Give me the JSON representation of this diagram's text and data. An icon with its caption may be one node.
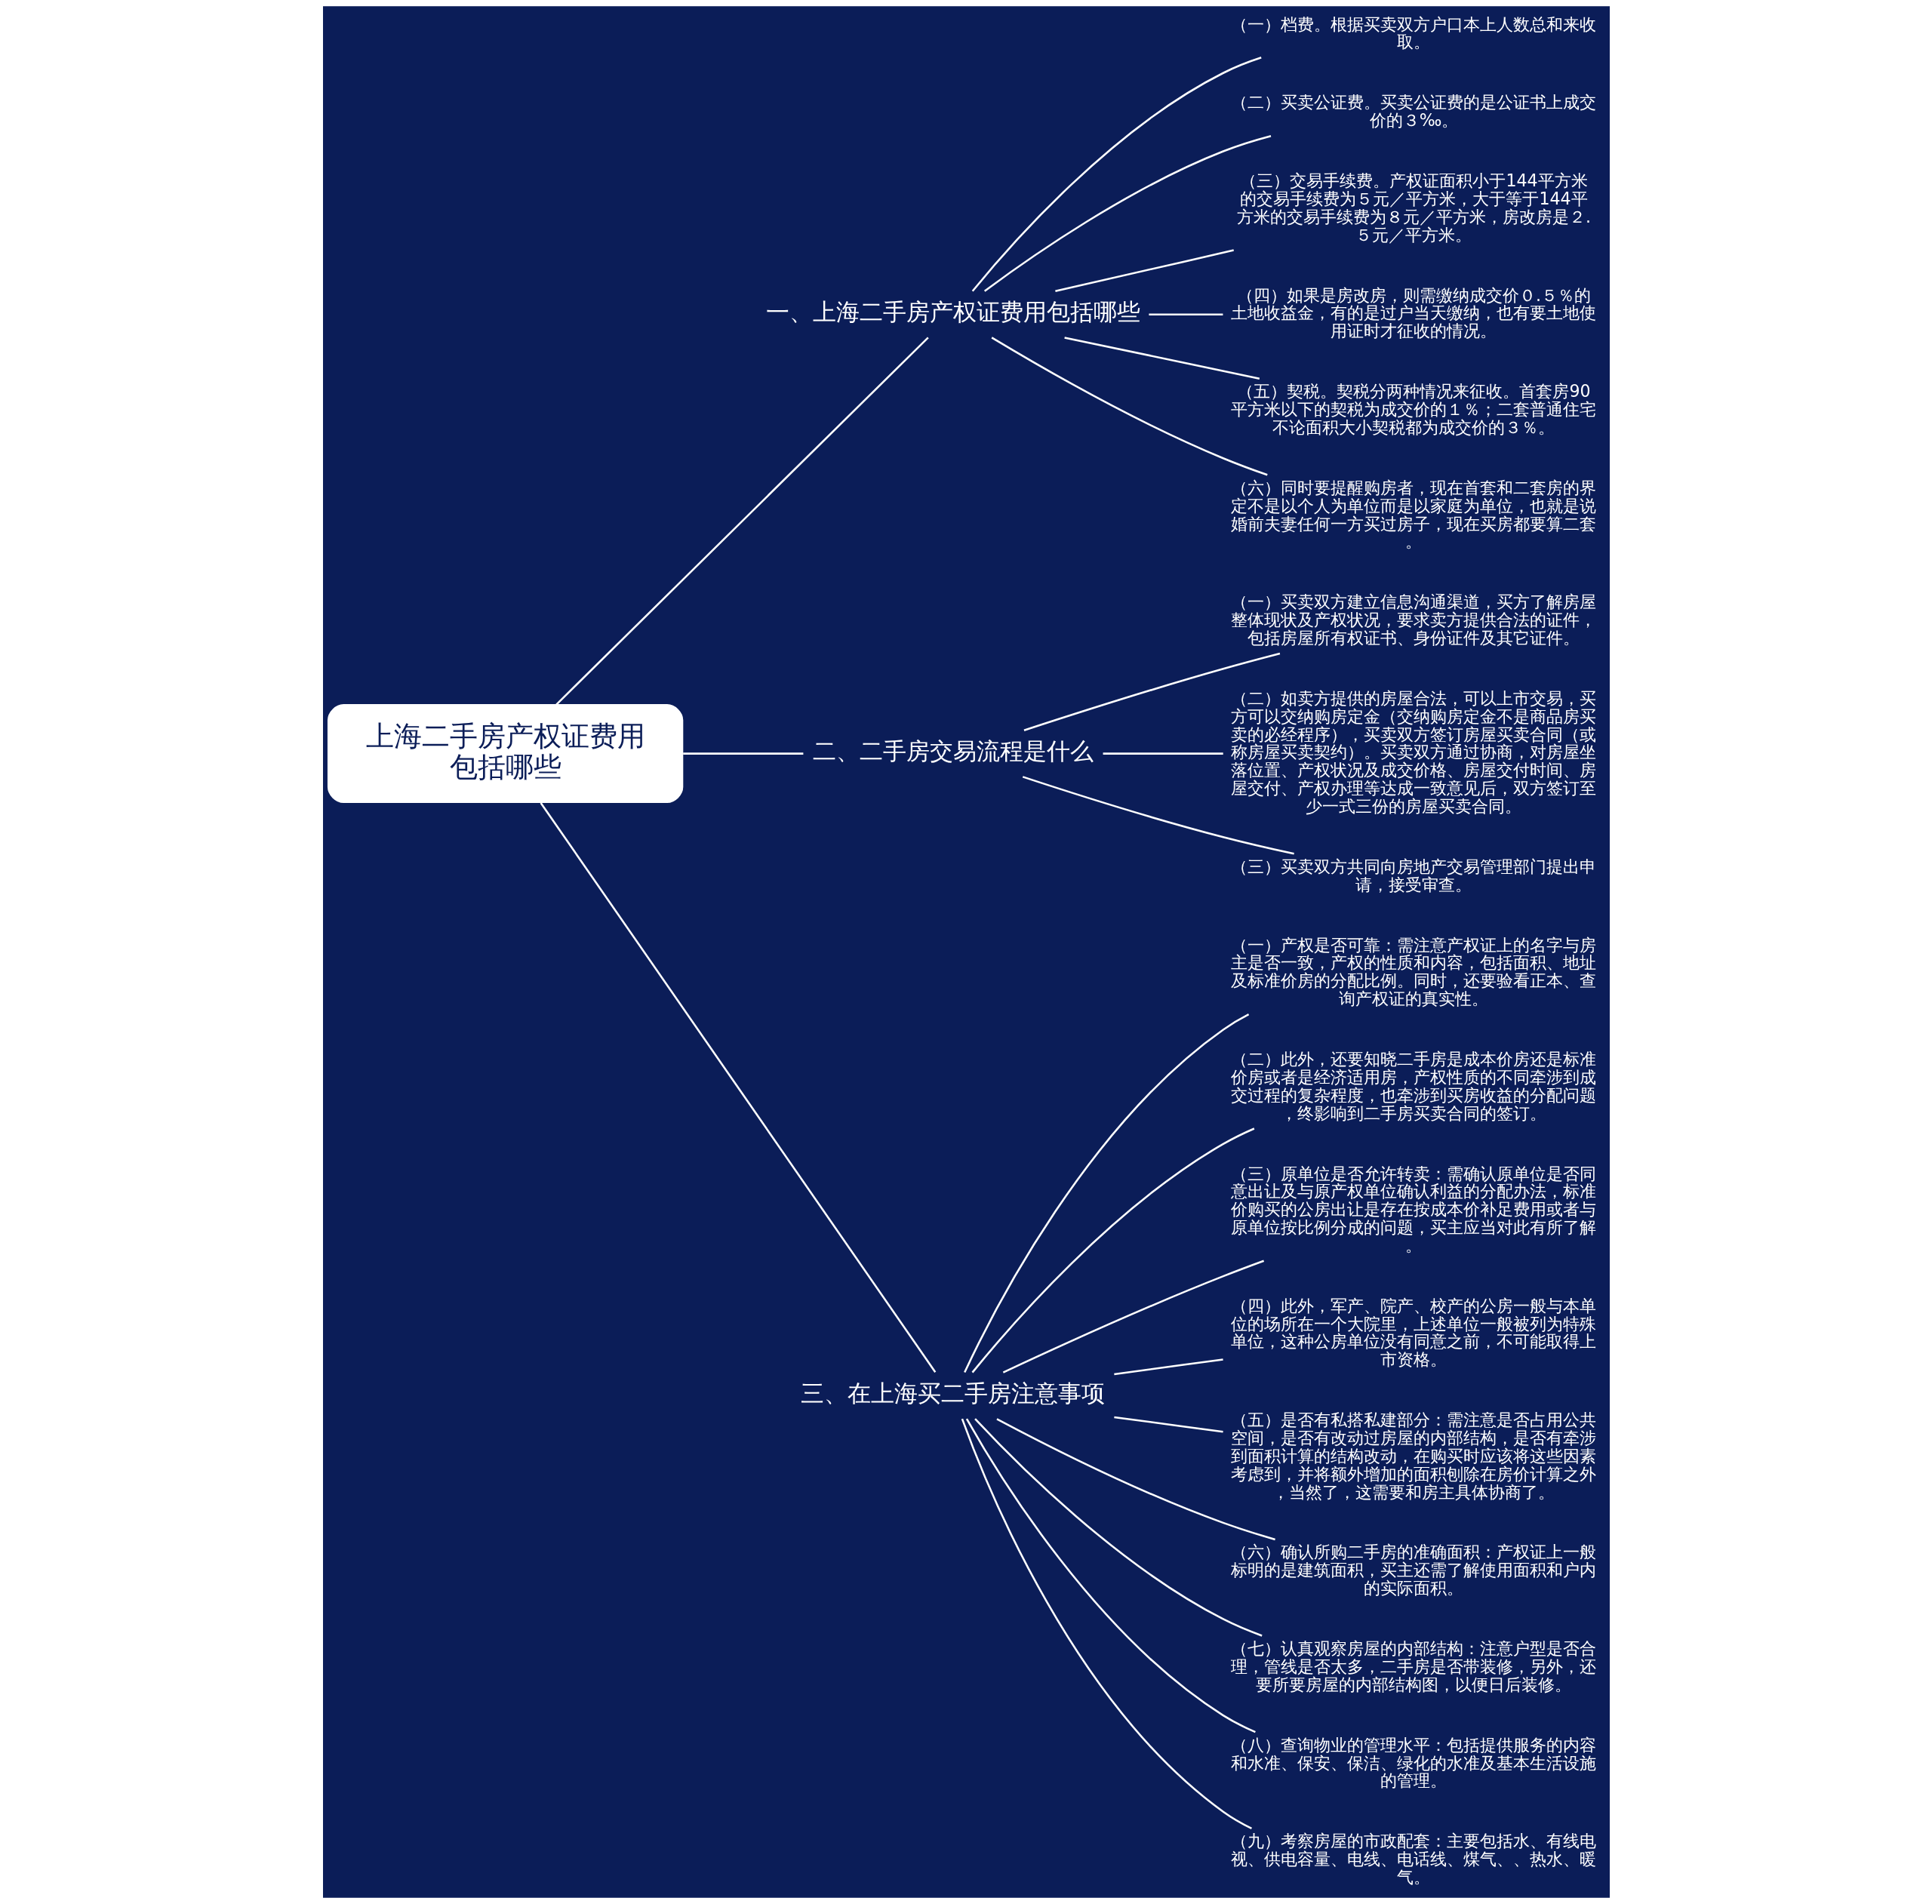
{
  "diagram": {
    "nodes": [
      {
        "text": [
          "上海二手房产权证费用包括哪些"
        ]
      },
      {
        "text": [
          "一、上海二手房产权证费用包括哪些"
        ]
      },
      {
        "text": [
          "（一）档费。根据买卖双方户口本上人数总和来收取。"
        ]
      },
      {
        "text": [
          "（二）买卖公证费。买卖公证费的是公证书上成交价的３‰。"
        ]
      },
      {
        "text": [
          "（三）交易手续费。产权证面积小于144平方米的交易手续费为５元／平方米，大于等于144平方米的交易手续费为８元／平方米，房改房是２.５元／平方米。"
        ]
      },
      {
        "text": [
          "（四）如果是房改房，则需缴纳成交价０.５％的土地收益金，有的是过户当天缴纳，也有要土地使用证时才征收的情况。"
        ]
      },
      {
        "text": [
          "（五）契税。契税分两种情况来征收。首套房90平方米以下的契税为成交价的１％；二套普通住宅不论面积大小契税都为成交价的３％。"
        ]
      },
      {
        "text": [
          "（六）同时要提醒购房者，现在首套和二套房的界定不是以个人为单位而是以家庭为单位，也就是说婚前夫妻任何一方买过房子，现在买房都要算二套。"
        ]
      },
      {
        "text": [
          "二、二手房交易流程是什么"
        ]
      },
      {
        "text": [
          "（一）买卖双方建立信息沟通渠道，买方了解房屋整体现状及产权状况，要求卖方提供合法的证件，包括房屋所有权证书、身份证件及其它证件。"
        ]
      },
      {
        "text": [
          "（二）如卖方提供的房屋合法，可以上市交易，买方可以交纳购房定金（交纳购房定金不是商品房买卖的必经程序），买卖双方签订房屋买卖合同（或称房屋买卖契约）。买卖双方通过协商，对房屋坐落位置、产权状况及成交价格、房屋交付时间、房屋交付、产权办理等达成一致意见后，双方签订至少一式三份的房屋买卖合同。"
        ]
      },
      {
        "text": [
          "（三）买卖双方共同向房地产交易管理部门提出申请，接受审查。"
        ]
      },
      {
        "text": [
          "三、在上海买二手房注意事项"
        ]
      },
      {
        "text": [
          "（一）产权是否可靠：需注意产权证上的名字与房主是否一致，产权的性质和内容，包括面积、地址及标准价房的分配比例。同时，还要验看正本、查询产权证的真实性。"
        ]
      },
      {
        "text": [
          "（二）此外，还要知晓二手房是成本价房还是标准价房或者是经济适用房，产权性质的不同牵涉到成交过程的复杂程度，也牵涉到买房收益的分配问题，终影响到二手房买卖合同的签订。"
        ]
      },
      {
        "text": [
          "（三）原单位是否允许转卖：需确认原单位是否同意出让及与原产权单位确认利益的分配办法，标准价购买的公房出让是存在按成本价补足费用或者与原单位按比例分成的问题，买主应当对此有所了解。"
        ]
      },
      {
        "text": [
          "（四）此外，军产、院产、校产的公房一般与本单位的场所在一个大院里，上述单位一般被列为特殊单位，这种公房单位没有同意之前，不可能取得上市资格。"
        ]
      },
      {
        "text": [
          "（五）是否有私搭私建部分：需注意是否占用公共空间，是否有改动过房屋的内部结构，是否有牵涉到面积计算的结构改动，在购买时应该将这些因素考虑到，并将额外增加的面积刨除在房价计算之外，当然了，这需要和房主具体协商了。"
        ]
      },
      {
        "text": [
          "（六）确认所购二手房的准确面积：产权证上一般标明的是建筑面积，买主还需了解使用面积和户内的实际面积。"
        ]
      },
      {
        "text": [
          "（七）认真观察房屋的内部结构：注意户型是否合理，管线是否太多，二手房是否带装修，另外，还要所要房屋的内部结构图，以便日后装修。"
        ]
      },
      {
        "text": [
          "（八）查询物业的管理水平：包括提供服务的内容和水准、保安、保洁、绿化的水准及基本生活设施的管理。"
        ]
      },
      {
        "text": [
          "（九）考察房屋的市政配套：主要包括水、有线电视、供电容量、电线、电话线、煤气、、热水、暖气。"
        ]
      }
    ],
    "edges": [
      {
        "from": 0,
        "to": 1,
        "arrow": "none"
      },
      {
        "from": 1,
        "to": 2,
        "arrow": "none"
      },
      {
        "from": 1,
        "to": 3,
        "arrow": "none"
      },
      {
        "from": 1,
        "to": 4,
        "arrow": "none"
      },
      {
        "from": 1,
        "to": 5,
        "arrow": "none"
      },
      {
        "from": 1,
        "to": 6,
        "arrow": "none"
      },
      {
        "from": 1,
        "to": 7,
        "arrow": "none"
      },
      {
        "from": 0,
        "to": 8,
        "arrow": "none"
      },
      {
        "from": 8,
        "to": 9,
        "arrow": "none"
      },
      {
        "from": 8,
        "to": 10,
        "arrow": "none"
      },
      {
        "from": 8,
        "to": 11,
        "arrow": "none"
      },
      {
        "from": 0,
        "to": 12,
        "arrow": "none"
      },
      {
        "from": 12,
        "to": 13,
        "arrow": "none"
      },
      {
        "from": 12,
        "to": 14,
        "arrow": "none"
      },
      {
        "from": 12,
        "to": 15,
        "arrow": "none"
      },
      {
        "from": 12,
        "to": 16,
        "arrow": "none"
      },
      {
        "from": 12,
        "to": 17,
        "arrow": "none"
      },
      {
        "from": 12,
        "to": 18,
        "arrow": "none"
      },
      {
        "from": 12,
        "to": 19,
        "arrow": "none"
      },
      {
        "from": 12,
        "to": 20,
        "arrow": "none"
      },
      {
        "from": 12,
        "to": 21,
        "arrow": "none"
      }
    ]
  }
}
